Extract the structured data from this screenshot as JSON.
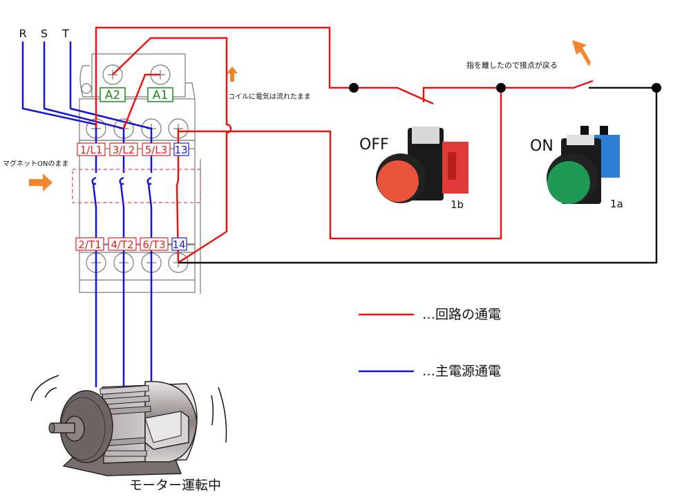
{
  "phases": [
    "R",
    "S",
    "T"
  ],
  "coil_terminals": [
    "A2",
    "A1"
  ],
  "main_terminals_top": [
    "1/L1",
    "3/L2",
    "5/L3"
  ],
  "aux_terminal_top": "13",
  "main_terminals_bottom": [
    "2/T1",
    "4/T2",
    "6/T3"
  ],
  "aux_terminal_bottom": "14",
  "annotations": {
    "coil": "コイルに電気は流れたまま",
    "magnet": "マグネットONのまま",
    "release": "指を離したので接点が戻る",
    "motor": "モーター運転中"
  },
  "buttons": {
    "off": {
      "label": "OFF",
      "contact": "1b",
      "color": "#e8553a"
    },
    "on": {
      "label": "ON",
      "contact": "1a",
      "color": "#1f9a55"
    }
  },
  "legend": [
    {
      "color": "#f01010",
      "text": "…回路の通電"
    },
    {
      "color": "#1010e0",
      "text": "…主電源通電"
    }
  ],
  "colors": {
    "control": "#f01010",
    "main": "#1010e0",
    "arrow": "#f5842a",
    "tag_red": "#e02020",
    "tag_blue": "#1a1ae0",
    "tag_green": "#1a8a1a"
  }
}
